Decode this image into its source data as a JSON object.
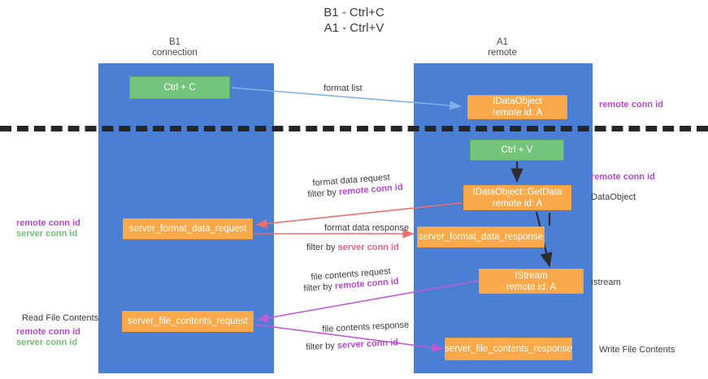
{
  "title": {
    "line1": "B1 - Ctrl+C",
    "line2": "A1 - Ctrl+V"
  },
  "columns": {
    "left": {
      "name": "B1",
      "role": "connection"
    },
    "right": {
      "name": "A1",
      "role": "remote"
    }
  },
  "colors": {
    "lane": "#4a7fd4",
    "green_box": "#74c47c",
    "orange_box": "#f9a94a",
    "divider": "#262626",
    "remote_conn_id": "#b44ad0",
    "server_conn_id": "#6fbf73",
    "server_conn_id_alt": "#e25f8f",
    "arrow_blue": "#7fb3e8",
    "arrow_red": "#ef6d6d",
    "arrow_magenta": "#c05bd0",
    "arrow_dark": "#2d2d2d"
  },
  "boxes": {
    "ctrl_c": {
      "line1": "Ctrl + C"
    },
    "idataobject": {
      "line1": "IDataObject",
      "line2": "remote id: A"
    },
    "ctrl_v": {
      "line1": "Ctrl + V"
    },
    "getdata": {
      "line1": "IDataObject::GetData",
      "line2": "remote id: A"
    },
    "server_format_data_request": {
      "line1": "server_format_data_request"
    },
    "server_format_data_response": {
      "line1": "server_format_data_response"
    },
    "istream": {
      "line1": "IStream",
      "line2": "remote id: A"
    },
    "server_file_contents_request": {
      "line1": "server_file_contents_request"
    },
    "server_file_contents_response": {
      "line1": "server_file_contents_response"
    }
  },
  "edge_labels": {
    "format_list": "format list",
    "format_data_request": "format data request",
    "format_data_request_filter_prefix": "filter by ",
    "format_data_request_filter_value": "remote conn id",
    "format_data_response": "format data response",
    "format_data_response_filter_prefix": "filter by ",
    "format_data_response_filter_value": "server conn id",
    "file_contents_request": "file contents request",
    "file_contents_request_filter_prefix": "filter by ",
    "file_contents_request_filter_value": "remote conn id",
    "file_contents_response": "file contents response",
    "file_contents_response_filter_prefix": "filter by ",
    "file_contents_response_filter_value": "server conn id"
  },
  "annotations": {
    "right": {
      "remote_conn_id_top": "remote conn id",
      "remote_conn_id_mid": "remote conn id",
      "dataobject": "DataObject",
      "istream": "Istream",
      "write_file_contents": "Write File Contents"
    },
    "left": {
      "remote_conn_id_1": "remote conn id",
      "server_conn_id_1": "server conn id",
      "read_file_contents": "Read File Contents",
      "remote_conn_id_2": "remote conn id",
      "server_conn_id_2": "server conn id"
    }
  }
}
